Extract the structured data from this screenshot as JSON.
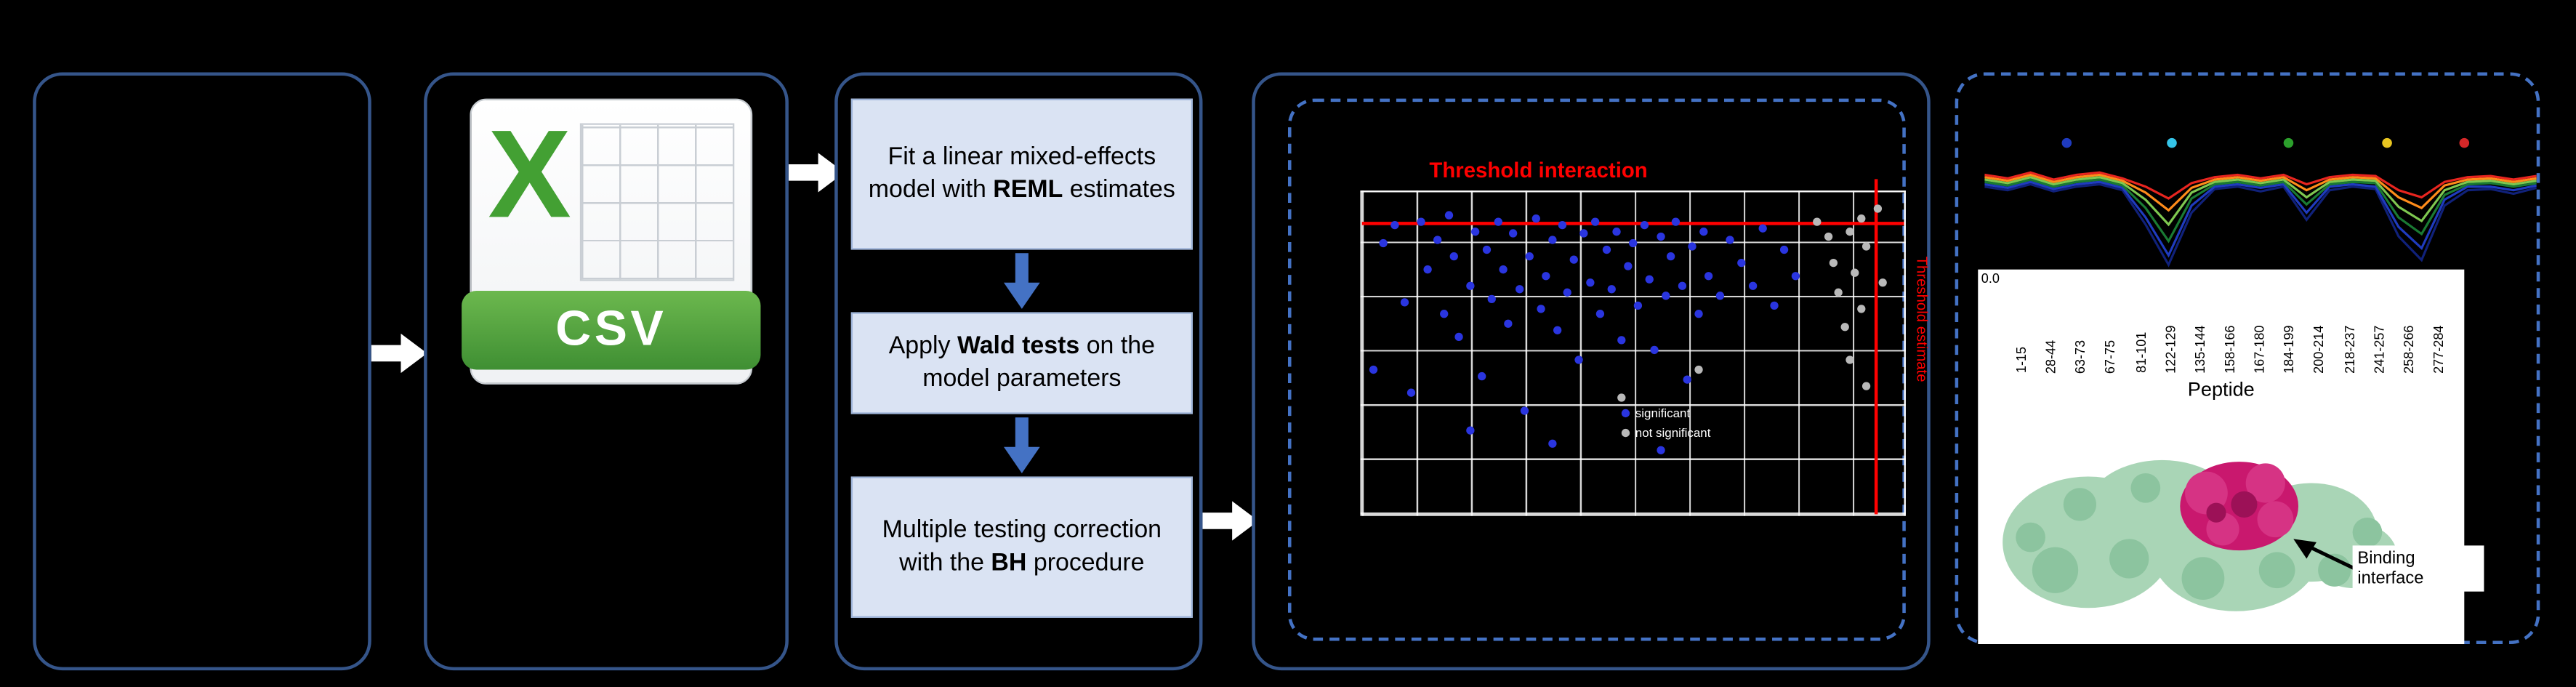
{
  "figure": {
    "background": "#000000",
    "panel_border": "#35558a",
    "dashed_border": "#4472c4"
  },
  "csv_file": {
    "band_label": "CSV",
    "logo_letter": "X"
  },
  "stats_flow": {
    "steps": [
      {
        "pre": "Fit a linear mixed-effects model with ",
        "bold": "REML",
        "post": " estimates"
      },
      {
        "pre": "Apply ",
        "bold": "Wald tests",
        "post": " on the model parameters"
      },
      {
        "pre": "Multiple testing correction with the ",
        "bold": "BH",
        "post": " procedure"
      }
    ]
  },
  "scatter": {
    "title": "Threshold interaction",
    "vertical_label": "Threshold estimate",
    "threshold_h_pct": 9,
    "threshold_v_pct": 94.5,
    "point_colors": {
      "blue": "#2a35e0",
      "grey": "#b9b9b9"
    },
    "legend": [
      {
        "label": "significant",
        "color": "#2a35e0"
      },
      {
        "label": "not significant",
        "color": "#b9b9b9"
      }
    ],
    "points_blue": [
      [
        2,
        55
      ],
      [
        4,
        16
      ],
      [
        6,
        10
      ],
      [
        8,
        34
      ],
      [
        9,
        62
      ],
      [
        11,
        9
      ],
      [
        12,
        24
      ],
      [
        14,
        15
      ],
      [
        15,
        38
      ],
      [
        16,
        7
      ],
      [
        17,
        20
      ],
      [
        18,
        45
      ],
      [
        20,
        29
      ],
      [
        21,
        12
      ],
      [
        22,
        57
      ],
      [
        23,
        18
      ],
      [
        24,
        33
      ],
      [
        25,
        9
      ],
      [
        26,
        24
      ],
      [
        27,
        41
      ],
      [
        28,
        13
      ],
      [
        29,
        30
      ],
      [
        30,
        68
      ],
      [
        31,
        20
      ],
      [
        32,
        8
      ],
      [
        33,
        36
      ],
      [
        34,
        26
      ],
      [
        35,
        15
      ],
      [
        36,
        43
      ],
      [
        37,
        10
      ],
      [
        38,
        31
      ],
      [
        39,
        21
      ],
      [
        40,
        52
      ],
      [
        41,
        13
      ],
      [
        42,
        28
      ],
      [
        43,
        9
      ],
      [
        44,
        38
      ],
      [
        45,
        18
      ],
      [
        46,
        30
      ],
      [
        47,
        12
      ],
      [
        48,
        46
      ],
      [
        49,
        23
      ],
      [
        50,
        16
      ],
      [
        51,
        35
      ],
      [
        52,
        10
      ],
      [
        53,
        27
      ],
      [
        54,
        49
      ],
      [
        55,
        14
      ],
      [
        56,
        32
      ],
      [
        57,
        20
      ],
      [
        58,
        9
      ],
      [
        59,
        29
      ],
      [
        60,
        58
      ],
      [
        61,
        17
      ],
      [
        62,
        38
      ],
      [
        63,
        12
      ],
      [
        64,
        26
      ],
      [
        66,
        32
      ],
      [
        68,
        15
      ],
      [
        70,
        22
      ],
      [
        72,
        29
      ],
      [
        74,
        11
      ],
      [
        76,
        35
      ],
      [
        78,
        18
      ],
      [
        80,
        26
      ],
      [
        35,
        78
      ],
      [
        55,
        80
      ],
      [
        20,
        74
      ]
    ],
    "points_grey": [
      [
        84,
        9
      ],
      [
        86,
        14
      ],
      [
        87,
        22
      ],
      [
        88,
        31
      ],
      [
        89,
        42
      ],
      [
        90,
        12
      ],
      [
        90,
        52
      ],
      [
        91,
        25
      ],
      [
        92,
        8
      ],
      [
        92,
        36
      ],
      [
        93,
        17
      ],
      [
        93,
        60
      ],
      [
        95,
        5
      ],
      [
        96,
        28
      ],
      [
        62,
        55
      ],
      [
        48,
        64
      ]
    ]
  },
  "uptake": {
    "y_tick": "0.0",
    "markers": [
      {
        "x": 15,
        "color": "#1f3bbf"
      },
      {
        "x": 34,
        "color": "#35c4e8"
      },
      {
        "x": 55,
        "color": "#2ca02c"
      },
      {
        "x": 73,
        "color": "#e8c520"
      },
      {
        "x": 87,
        "color": "#d62728"
      }
    ],
    "series": [
      {
        "color": "#10217a",
        "values": [
          30,
          33,
          28,
          34,
          30,
          28,
          33,
          62,
          96,
          52,
          32,
          30,
          34,
          30,
          58,
          33,
          30,
          32,
          72,
          92,
          46,
          33,
          32,
          36,
          31
        ]
      },
      {
        "color": "#1f3bbf",
        "values": [
          28,
          31,
          26,
          32,
          28,
          26,
          31,
          56,
          88,
          46,
          30,
          28,
          31,
          28,
          52,
          30,
          28,
          30,
          64,
          82,
          41,
          30,
          30,
          33,
          29
        ]
      },
      {
        "color": "#1a7a33",
        "values": [
          26,
          29,
          24,
          30,
          26,
          24,
          29,
          48,
          76,
          40,
          28,
          26,
          29,
          26,
          45,
          28,
          26,
          27,
          56,
          70,
          37,
          28,
          27,
          30,
          27
        ]
      },
      {
        "color": "#7ec850",
        "values": [
          24,
          27,
          22,
          28,
          24,
          22,
          27,
          41,
          62,
          35,
          26,
          24,
          27,
          24,
          39,
          26,
          24,
          25,
          47,
          59,
          33,
          26,
          25,
          28,
          25
        ]
      },
      {
        "color": "#ff8c1a",
        "values": [
          22,
          25,
          20,
          26,
          22,
          20,
          25,
          35,
          50,
          31,
          24,
          22,
          25,
          22,
          33,
          24,
          22,
          23,
          39,
          48,
          29,
          24,
          23,
          26,
          23
        ]
      },
      {
        "color": "#e8251f",
        "values": [
          20,
          23,
          18,
          24,
          20,
          18,
          23,
          30,
          40,
          27,
          22,
          20,
          23,
          20,
          28,
          22,
          20,
          21,
          33,
          39,
          26,
          22,
          21,
          24,
          21
        ]
      }
    ],
    "x_axis_label": "Peptide",
    "x_tick_labels": [
      "1-15",
      "28-44",
      "63-73",
      "67-75",
      "81-101",
      "122-129",
      "135-144",
      "158-166",
      "167-180",
      "184-199",
      "200-214",
      "218-237",
      "241-257",
      "258-266",
      "277-284"
    ]
  },
  "protein": {
    "annotation": "Binding interface"
  }
}
